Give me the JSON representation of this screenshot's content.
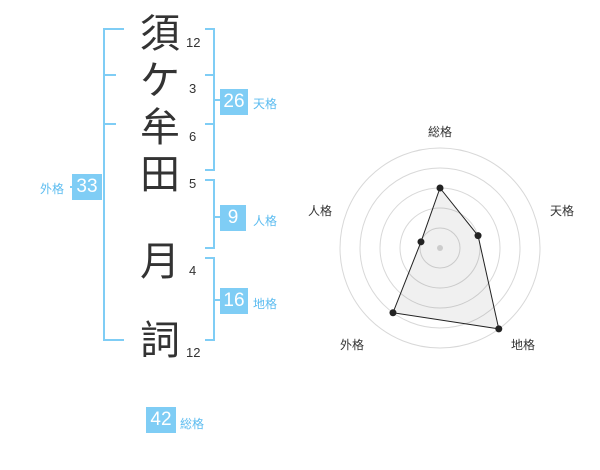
{
  "name": {
    "characters": [
      {
        "char": "須",
        "strokes": "12"
      },
      {
        "char": "ケ",
        "strokes": "3"
      },
      {
        "char": "牟",
        "strokes": "6"
      },
      {
        "char": "田",
        "strokes": "5"
      },
      {
        "char": "月",
        "strokes": "4"
      },
      {
        "char": "詞",
        "strokes": "12"
      }
    ]
  },
  "fortunes": {
    "tenkaku": {
      "value": "26",
      "label": "天格"
    },
    "jinkaku": {
      "value": "9",
      "label": "人格"
    },
    "chikaku": {
      "value": "16",
      "label": "地格"
    },
    "gaikaku": {
      "value": "33",
      "label": "外格"
    },
    "soukaku": {
      "value": "42",
      "label": "総格"
    }
  },
  "colors": {
    "accent": "#7fcdf5",
    "bracket": "#7fcdf5",
    "text": "#333333"
  },
  "chart_data": {
    "type": "radar",
    "axes": [
      "総格",
      "天格",
      "地格",
      "外格",
      "人格"
    ],
    "values": [
      3,
      2,
      5,
      4,
      1
    ],
    "max": 5,
    "rings": 5
  }
}
